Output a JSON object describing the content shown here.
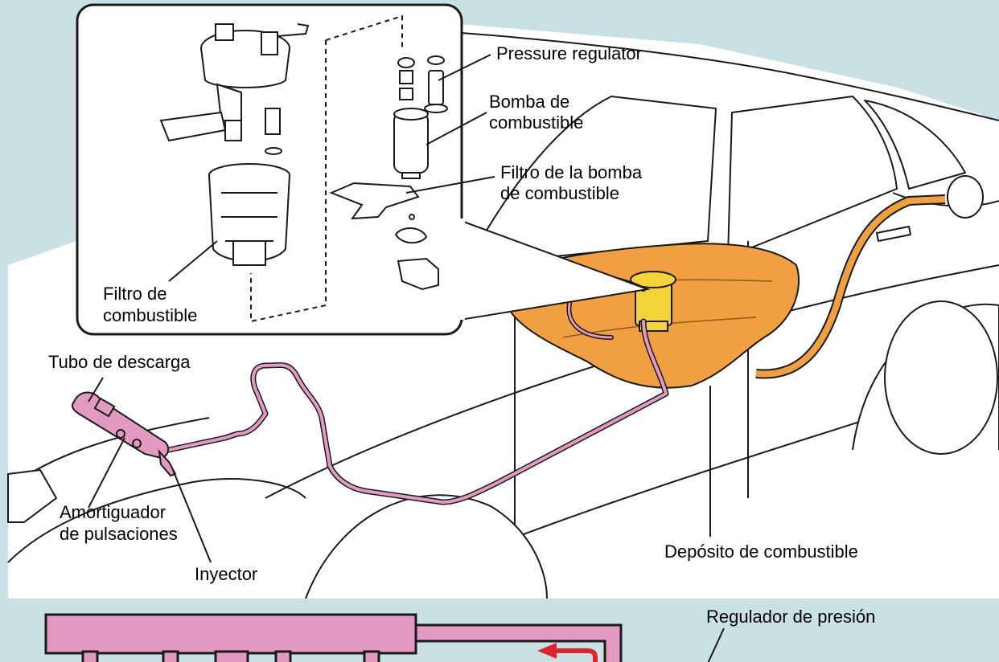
{
  "labels": {
    "pressure_regulator": "Pressure regulator",
    "fuel_pump_l1": "Bomba de",
    "fuel_pump_l2": "combustible",
    "pump_filter_l1": "Filtro de la bomba",
    "pump_filter_l2": "de combustible",
    "fuel_filter_l1": "Filtro de",
    "fuel_filter_l2": "combustible",
    "delivery_pipe": "Tubo de descarga",
    "damper_l1": "Amortiguador",
    "damper_l2": "de pulsaciones",
    "injector": "Inyector",
    "fuel_tank": "Depósito de combustible",
    "pressure_regulator_es": "Regulador de presión"
  },
  "colors": {
    "background": "#c9e1e4",
    "fuel_line": "#e29ac0",
    "fuel_tank": "#f0a040",
    "pump_module": "#f3d33a",
    "return_arrow": "#e0262b",
    "outline": "#1a1a1a"
  }
}
